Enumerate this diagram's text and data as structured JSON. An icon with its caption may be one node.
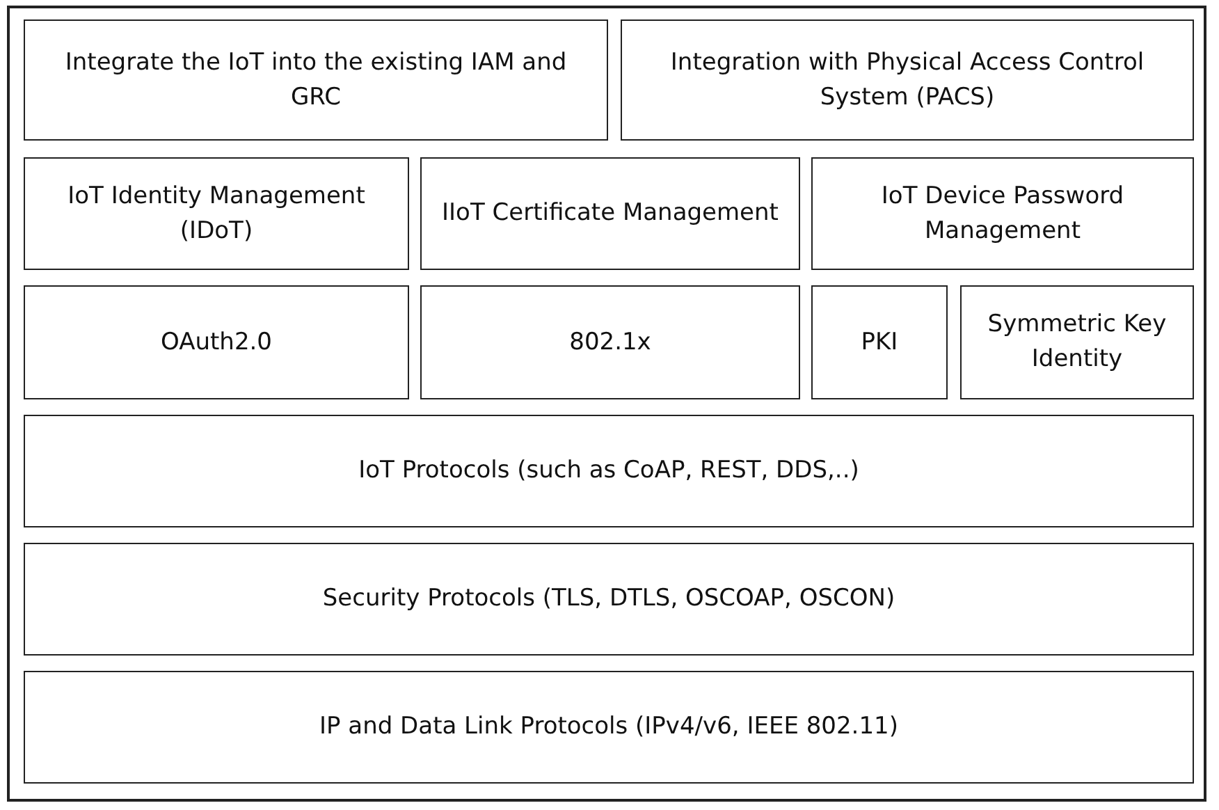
{
  "diagram": {
    "nodes": [
      {
        "text": [
          "Integrate the IoT into the existing IAM and GRC"
        ]
      },
      {
        "text": [
          "Integration with Physical Access Control System (PACS)"
        ]
      },
      {
        "text": [
          "IoT Identity Management (IDoT)"
        ]
      },
      {
        "text": [
          "IIoT Certificate Management"
        ]
      },
      {
        "text": [
          "IoT Device Password Management"
        ]
      },
      {
        "text": [
          "OAuth2.0"
        ]
      },
      {
        "text": [
          "802.1x"
        ]
      },
      {
        "text": [
          "PKI"
        ]
      },
      {
        "text": [
          "Symmetric Key Identity"
        ]
      },
      {
        "text": [
          "IoT Protocols (such as CoAP, REST, DDS,..)"
        ]
      },
      {
        "text": [
          "Security Protocols (TLS, DTLS, OSCOAP, OSCON)"
        ]
      },
      {
        "text": [
          "IP and Data Link Protocols (IPv4/v6, IEEE 802.11)"
        ]
      }
    ]
  }
}
